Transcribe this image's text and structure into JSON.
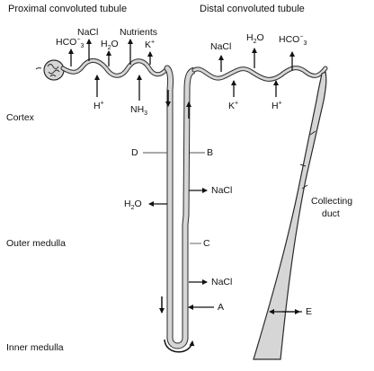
{
  "headings": {
    "proximal": "Proximal convoluted tubule",
    "distal": "Distal convoluted tubule"
  },
  "regions": {
    "cortex": "Cortex",
    "outer_medulla": "Outer medulla",
    "inner_medulla": "Inner medulla"
  },
  "proximal_labels": {
    "hco3_base": "HCO",
    "hco3_sub": "3",
    "hco3_sup": "−",
    "nacl": "NaCl",
    "h2o_h": "H",
    "h2o_sub": "2",
    "h2o_o": "O",
    "nutrients": "Nutrients",
    "k_base": "K",
    "k_sup": "+",
    "h_base": "H",
    "h_sup": "+",
    "nh3_base": "NH",
    "nh3_sub": "3"
  },
  "distal_labels": {
    "nacl": "NaCl",
    "h2o_h": "H",
    "h2o_sub": "2",
    "h2o_o": "O",
    "hco3_base": "HCO",
    "hco3_sub": "3",
    "hco3_sup": "−",
    "k_base": "K",
    "k_sup": "+",
    "h_base": "H",
    "h_sup": "+"
  },
  "loop_labels": {
    "d": "D",
    "b": "B",
    "c": "C",
    "a": "A",
    "e": "E",
    "h2o_h": "H",
    "h2o_sub": "2",
    "h2o_o": "O",
    "nacl_upper": "NaCl",
    "nacl_lower": "NaCl"
  },
  "collecting_duct": {
    "line1": "Collecting",
    "line2": "duct"
  },
  "colors": {
    "tubule_fill": "#d6d6d6",
    "outline": "#2a2a2a",
    "text": "#111111"
  }
}
